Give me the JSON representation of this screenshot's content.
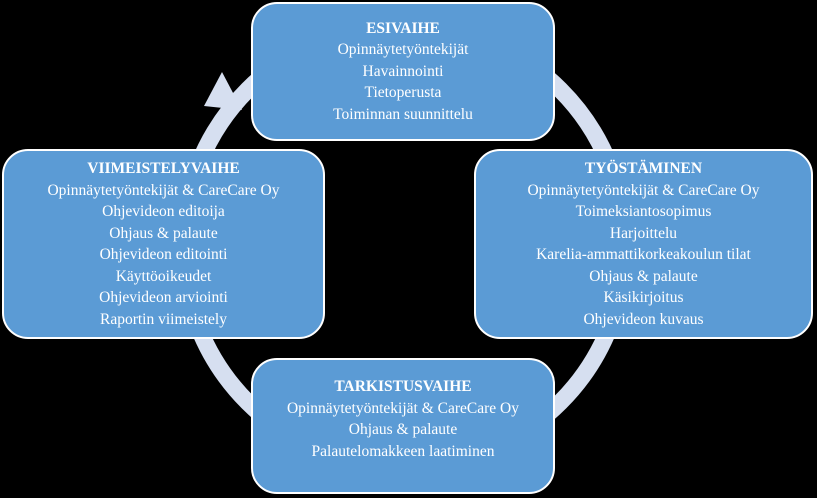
{
  "colors": {
    "background": "#000000",
    "box_fill": "#5b9bd5",
    "box_border": "#ffffff",
    "ring": "#d6dff0"
  },
  "phases": {
    "top": {
      "title": "ESIVAIHE",
      "items": [
        "Opinnäytetyöntekijät",
        "Havainnointi",
        "Tietoperusta",
        "Toiminnan  suunnittelu"
      ]
    },
    "right": {
      "title": "TYÖSTÄMINEN",
      "items": [
        "Opinnäytetyöntekijät  & CareCare Oy",
        "Toimeksiantosopimus",
        "Harjoittelu",
        "Karelia-ammattikorkeakoulun  tilat",
        "Ohjaus  & palaute",
        "Käsikirjoitus",
        "Ohjevideon kuvaus"
      ]
    },
    "bottom": {
      "title": "TARKISTUSVAIHE",
      "items": [
        "Opinnäytetyöntekijät  & CareCare Oy",
        "Ohjaus & palaute",
        "Palautelomakkeen  laatiminen"
      ]
    },
    "left": {
      "title": "VIIMEISTELYVAIHE",
      "items": [
        "Opinnäytetyöntekijät  & CareCare Oy",
        "Ohjevideon  editoija",
        "Ohjaus  & palaute",
        "Ohjevideon  editointi",
        "Käyttöoikeudet",
        "Ohjevideon  arviointi",
        "Raportin viimeistely"
      ]
    }
  }
}
